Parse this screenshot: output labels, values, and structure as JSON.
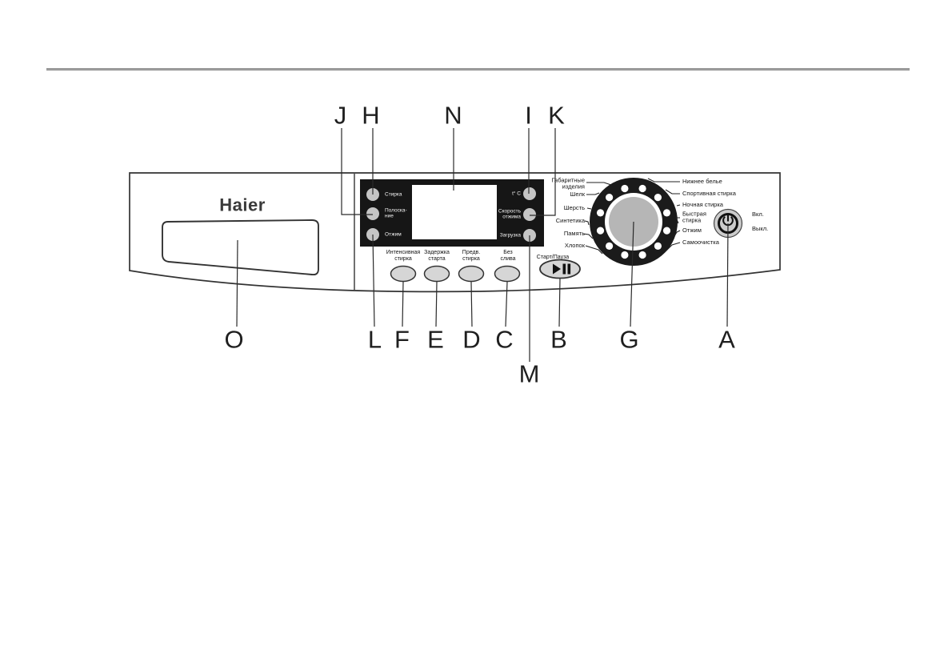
{
  "document": {
    "brand_logo": "Haier",
    "rule_color": "#9a9a9a"
  },
  "callouts": {
    "top": [
      "J",
      "H",
      "N",
      "I",
      "K"
    ],
    "bottom": [
      "O",
      "L",
      "F",
      "E",
      "D",
      "C",
      "B",
      "G",
      "A",
      "M"
    ]
  },
  "display_panel": {
    "indicators_left": [
      "Стирка",
      "Полоска-\nние",
      "Отжим"
    ],
    "indicators_right": [
      "t° C",
      "Скорость\nотжима",
      "Загрузка"
    ]
  },
  "option_buttons": [
    "Интенсивная\nстирка",
    "Задержка\nстарта",
    "Предв.\nстирка",
    "Без\nслива"
  ],
  "start_pause": {
    "label": "Старт/Пауза",
    "icon": "play-pause-icon"
  },
  "program_dial": {
    "labels_left": [
      "Габаритные\nизделия",
      "Шелк",
      "Шерсть",
      "Синтетика",
      "Память",
      "Хлопок"
    ],
    "labels_right": [
      "Нижнее белье",
      "Спортивная стирка",
      "Ночная стирка",
      "Быстрая\nстирка",
      "Отжим",
      "Самоочистка"
    ]
  },
  "power": {
    "icon": "power-icon",
    "on_label": "Вкл.",
    "off_label": "Выкл."
  },
  "colors": {
    "panel_stroke": "#333333",
    "display_bg": "#161616",
    "light_fill": "#c5c5c5",
    "button_fill": "#d6d6d6",
    "knob_fill": "#b6b6b6"
  }
}
